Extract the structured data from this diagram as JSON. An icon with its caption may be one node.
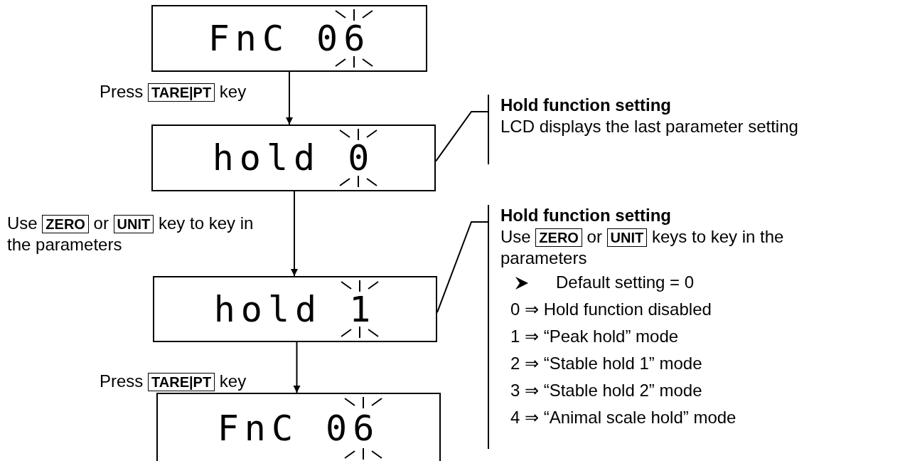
{
  "diagram": {
    "nodes": [
      {
        "text": [
          "FnC 06"
        ]
      },
      {
        "text": [
          "hold 0"
        ]
      },
      {
        "text": [
          "hold 1"
        ]
      },
      {
        "text": [
          "FnC 06"
        ]
      },
      {
        "text": [
          "Hold function setting",
          "LCD displays the last parameter setting"
        ]
      },
      {
        "text": [
          "Hold function setting",
          "Use **ZERO** or **UNIT** keys to key in the parameters",
          "Default setting = 0",
          "0 ⇒ Hold function disabled",
          "1 ⇒ “Peak hold” mode",
          "2 ⇒ “Stable hold 1” mode",
          "3 ⇒ “Stable hold 2” mode",
          "4 ⇒ “Animal scale hold” mode"
        ]
      }
    ],
    "edges": [
      {
        "from": 0,
        "to": 1,
        "arrow": "to",
        "label": "Press **TARE|PT** key"
      },
      {
        "from": 1,
        "to": 2,
        "arrow": "to",
        "label": "Use **ZERO** or **UNIT** key to key in the parameters"
      },
      {
        "from": 2,
        "to": 3,
        "arrow": "to",
        "label": "Press **TARE|PT** key"
      },
      {
        "from": 1,
        "to": 4,
        "arrow": "none"
      },
      {
        "from": 2,
        "to": 5,
        "arrow": "none"
      }
    ]
  }
}
